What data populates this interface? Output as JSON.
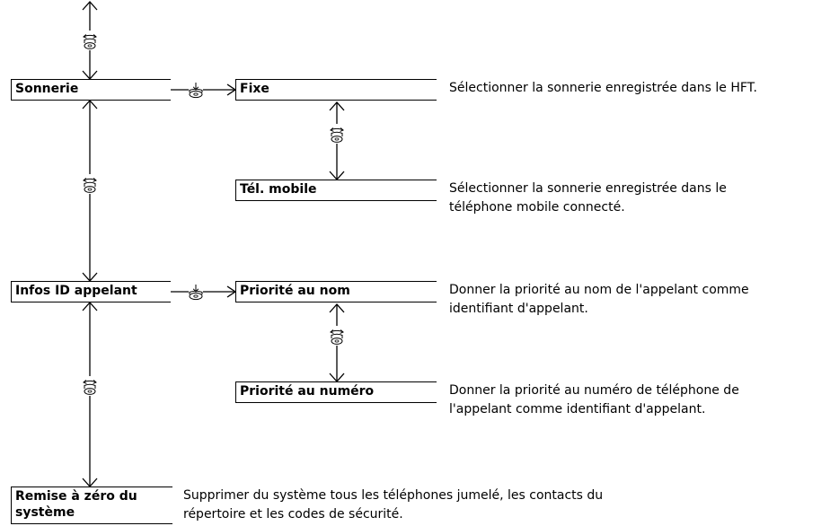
{
  "menu": {
    "sonnerie": "Sonnerie",
    "infos_id": "Infos ID appelant",
    "remise_line1": "Remise à zéro du",
    "remise_line2": "système"
  },
  "sonnerie_options": {
    "fixe": "Fixe",
    "tel_mobile": "Tél. mobile"
  },
  "infos_options": {
    "priorite_nom": "Priorité au nom",
    "priorite_numero": "Priorité au numéro"
  },
  "descriptions": {
    "fixe": "Sélectionner la sonnerie enregistrée dans le HFT.",
    "tel_mobile_line1": "Sélectionner la sonnerie enregistrée dans le",
    "tel_mobile_line2": "téléphone mobile connecté.",
    "priorite_nom_line1": "Donner la priorité au nom de l'appelant comme",
    "priorite_nom_line2": "identifiant d'appelant.",
    "priorite_numero_line1": "Donner la priorité au numéro de téléphone de",
    "priorite_numero_line2": "l'appelant comme identifiant d'appelant.",
    "remise_line1": "Supprimer du système tous les téléphones jumelé, les contacts du",
    "remise_line2": "répertoire et les codes de sécurité."
  },
  "icons": {
    "rotate": "rotate-selector-icon",
    "press": "press-selector-icon"
  }
}
